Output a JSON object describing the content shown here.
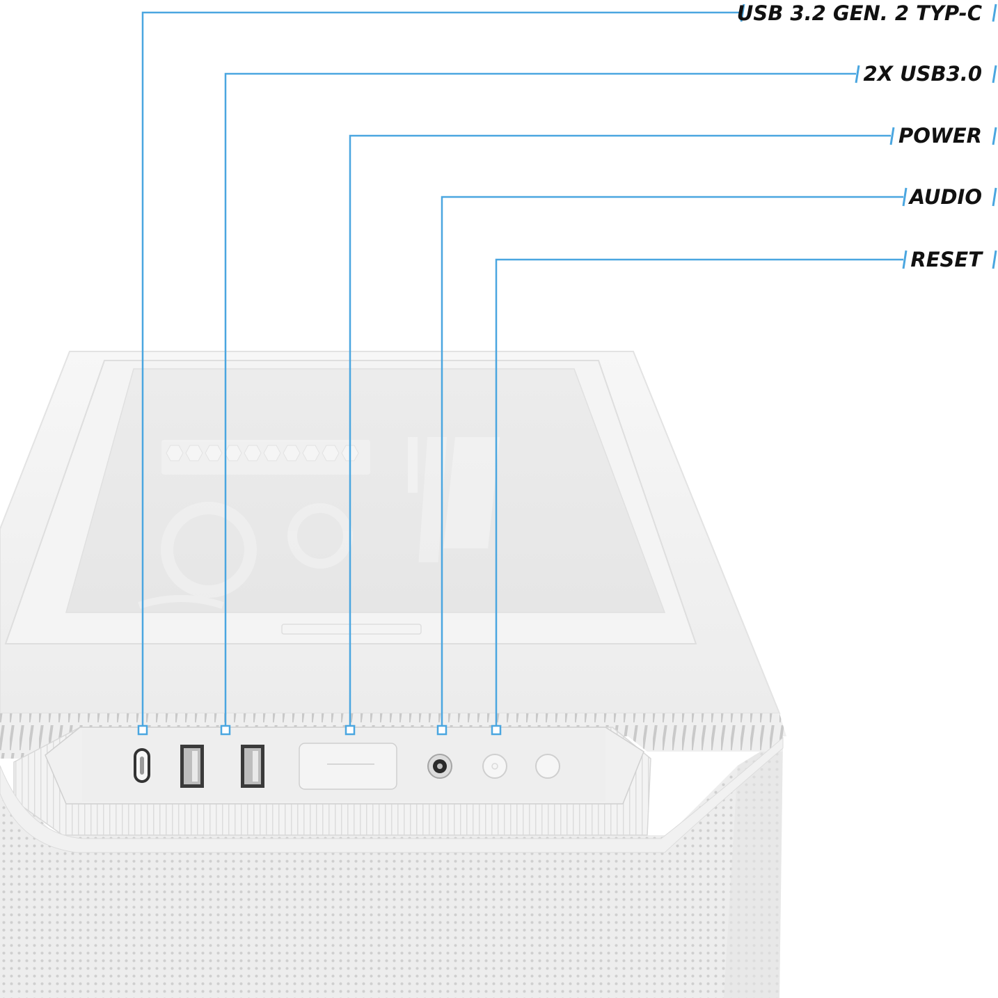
{
  "colors": {
    "accent": "#4aa6e0",
    "label": "#111111",
    "case": "#eeeeee"
  },
  "callouts": [
    {
      "id": "usbc",
      "label": "USB 3.2 GEN. 2 TYP-C"
    },
    {
      "id": "usb3",
      "label": "2X USB3.0"
    },
    {
      "id": "power",
      "label": "POWER"
    },
    {
      "id": "audio",
      "label": "AUDIO"
    },
    {
      "id": "reset",
      "label": "RESET"
    }
  ]
}
